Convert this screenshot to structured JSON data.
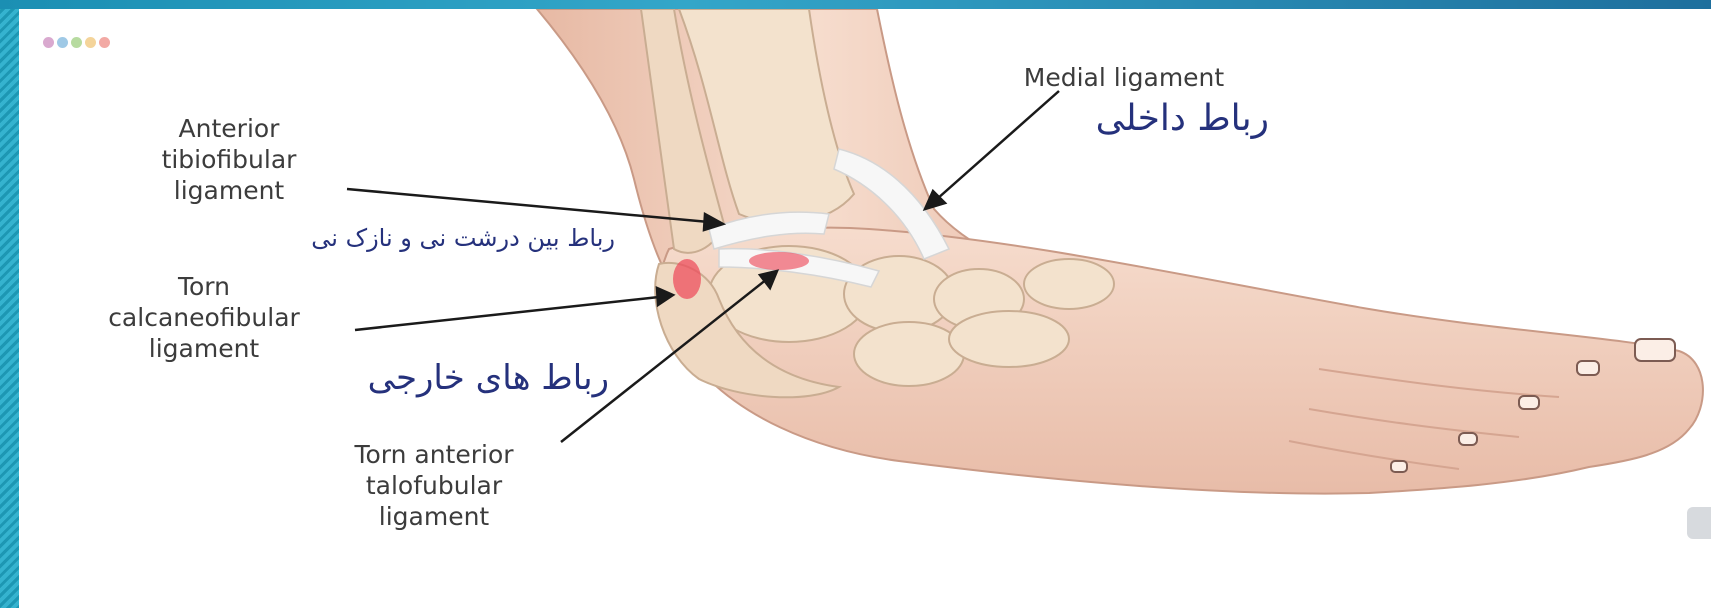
{
  "decor_dots": [
    "#d9a9cf",
    "#9fc9e6",
    "#b7dba0",
    "#f4d49a",
    "#f2a9a4"
  ],
  "labels": {
    "medial_en": "Medial ligament",
    "medial_fa": "رباط داخلی",
    "anterior_tib_en": "Anterior\ntibiofibular\nligament",
    "anterior_tib_fa": "رباط بین درشت نی و نازک نی",
    "calcaneo_en": "Torn\ncalcaneofibular\nligament",
    "lateral_fa": "رباط های خارجی",
    "talo_en": "Torn anterior\ntalofubular\nligament"
  },
  "colors": {
    "frame": "#2aa9c4",
    "skin": "#f2d0bf",
    "bone": "#f3e2cd",
    "ligament": "#f5f5f5",
    "tear": "#ee4f5e",
    "label_en": "#3c3c3c",
    "label_fa": "#25317c"
  }
}
